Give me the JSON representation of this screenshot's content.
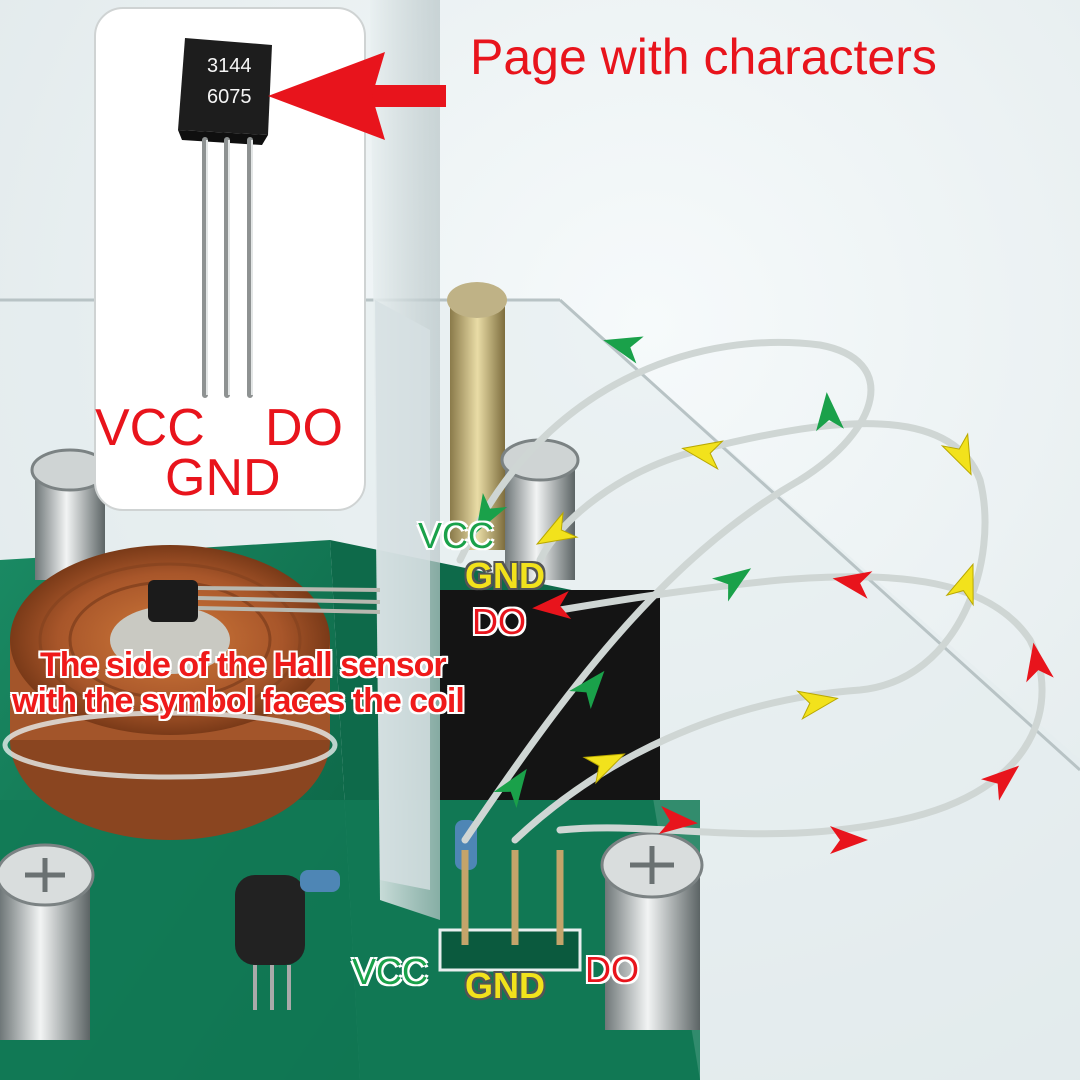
{
  "caption": "Page with characters",
  "chip_marking": {
    "line1": "3144",
    "line2": "6075"
  },
  "inset_pins": {
    "left": "VCC",
    "right": "DO",
    "middle": "GND"
  },
  "note": {
    "line1": "The side of the Hall sensor",
    "line2": "with the symbol faces the coil"
  },
  "wire_labels": {
    "vcc": "VCC",
    "gnd": "GND",
    "do": "DO"
  },
  "board_labels": {
    "vcc": "VCC",
    "gnd": "GND",
    "do": "DO"
  },
  "colors": {
    "vcc": "#1aa14a",
    "gnd": "#f2e21c",
    "do": "#e8141c",
    "pcb": "#0f7a55",
    "copper": "#b5642f"
  }
}
